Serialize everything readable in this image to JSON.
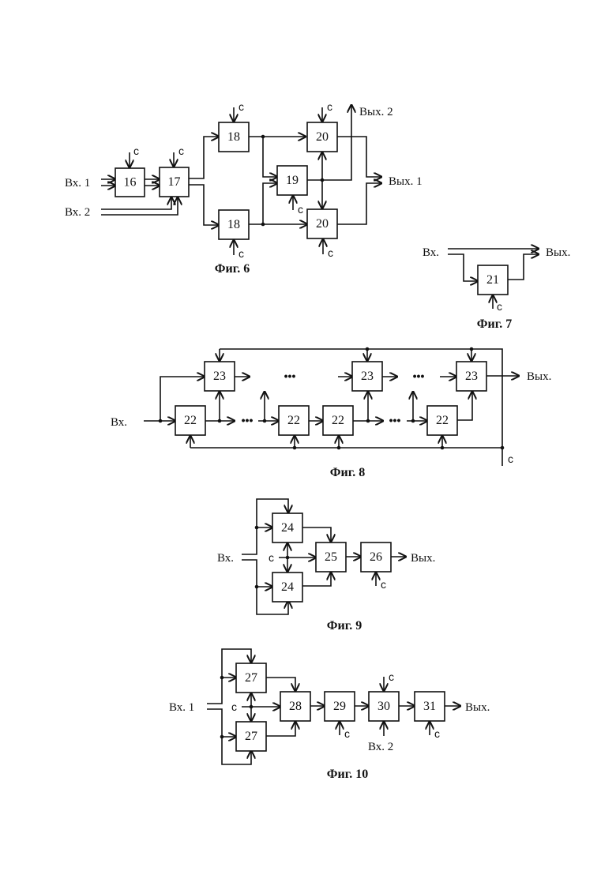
{
  "figures": {
    "fig6": {
      "caption": "Фиг. 6",
      "inputs": [
        "Вх. 1",
        "Вх. 2"
      ],
      "outputs": [
        "Вых. 1",
        "Вых. 2"
      ],
      "blocks": [
        "16",
        "17",
        "18",
        "18",
        "19",
        "20",
        "20"
      ],
      "clock": "c"
    },
    "fig7": {
      "caption": "Фиг. 7",
      "input": "Вх.",
      "output": "Вых.",
      "blocks": [
        "21"
      ],
      "clock": "c"
    },
    "fig8": {
      "caption": "Фиг. 8",
      "input": "Вх.",
      "output": "Вых.",
      "blocks_top": [
        "23",
        "23",
        "23"
      ],
      "blocks_bottom": [
        "22",
        "22",
        "22",
        "22"
      ],
      "ellipsis": "•••",
      "clock": "c"
    },
    "fig9": {
      "caption": "Фиг. 9",
      "input": "Вх.",
      "output": "Вых.",
      "blocks": [
        "24",
        "24",
        "25",
        "26"
      ],
      "clock": "c"
    },
    "fig10": {
      "caption": "Фиг. 10",
      "inputs": [
        "Вх. 1",
        "Вх. 2"
      ],
      "output": "Вых.",
      "blocks": [
        "27",
        "27",
        "28",
        "29",
        "30",
        "31"
      ],
      "clock": "c"
    }
  }
}
